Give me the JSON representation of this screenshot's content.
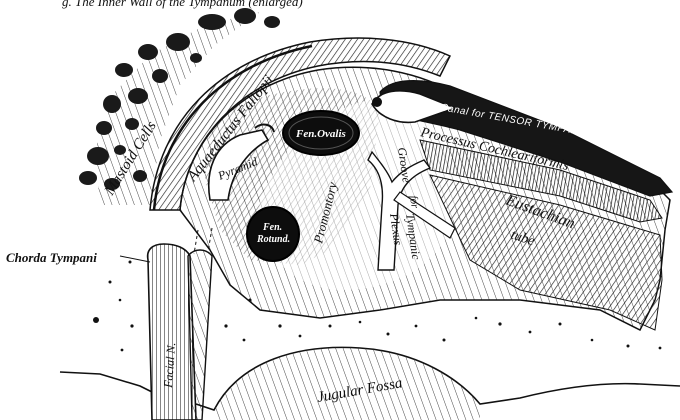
{
  "header": {
    "top_text": "g.   The Inner Wall of the Tympanum (enlarged)"
  },
  "labels": {
    "mastoid_cells": "Mastoid Cells",
    "aquaeductus": "Aquaeductus Fallopii",
    "fenestra_ovalis": "Fen.Ovalis",
    "canal_tensor": "Canal for TENSOR TYMPANI",
    "processus": "Processus Cochleariformis",
    "pyramid": "Pyramid",
    "promontory": "Promontory",
    "fen_rot_1": "Fen.",
    "fen_rot_2": "Rotund.",
    "groove": "Groove",
    "groove_for": "for",
    "tympanic": "Tympanic",
    "plexus": "Plexus",
    "eustachian": "Eustachian",
    "tube": "tube",
    "chorda": "Chorda Tympani",
    "facial": "Facial N.",
    "jugular": "Jugular Fossa"
  }
}
